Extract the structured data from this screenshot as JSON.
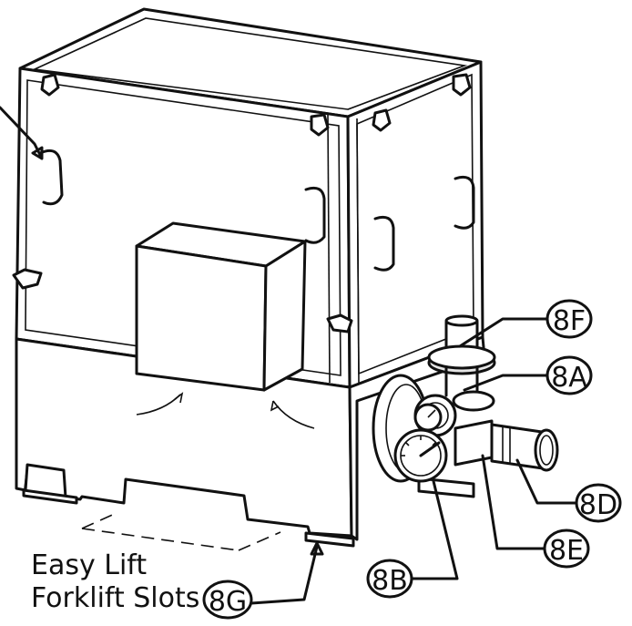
{
  "callouts": [
    {
      "id": "8F",
      "label": "8F"
    },
    {
      "id": "8A",
      "label": "8A"
    },
    {
      "id": "8D",
      "label": "8D"
    },
    {
      "id": "8E",
      "label": "8E"
    },
    {
      "id": "8B",
      "label": "8B"
    },
    {
      "id": "8G",
      "label": "8G"
    }
  ],
  "caption": {
    "line1": "Easy Lift",
    "line2": "Forklift Slots"
  }
}
